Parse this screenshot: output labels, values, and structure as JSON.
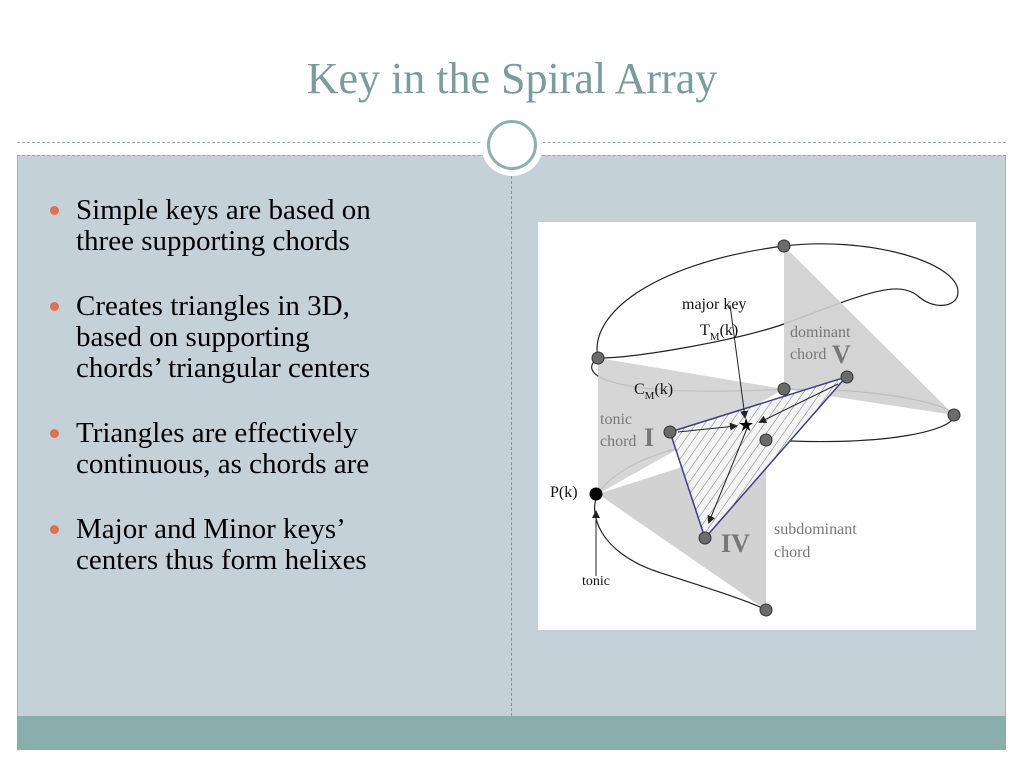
{
  "slide": {
    "title": "Key in the Spiral Array",
    "bullets": [
      {
        "line1": "Simple keys are based on",
        "line2": "three supporting chords",
        "line3": ""
      },
      {
        "line1": "Creates triangles in 3D,",
        "line2": "based on supporting",
        "line3": "chords’ triangular centers"
      },
      {
        "line1": "Triangles are effectively",
        "line2": "continuous, as chords are",
        "line3": ""
      },
      {
        "line1": "Major and Minor keys’",
        "line2": "centers thus form helixes",
        "line3": ""
      }
    ]
  },
  "figure": {
    "major_key_label": "major key",
    "tm_main": "T",
    "tm_sub": "M",
    "tm_arg": "(k)",
    "cm_main": "C",
    "cm_sub": "M",
    "cm_arg": "(k)",
    "dominant_word": "dominant",
    "dominant_chord_word": "chord",
    "dominant_numeral": "V",
    "tonic_word": "tonic",
    "tonic_chord_word": "chord",
    "tonic_numeral": "I",
    "subdominant_word": "subdominant",
    "subdominant_chord_word": "chord",
    "subdominant_numeral": "IV",
    "pk_label": "P(k)",
    "tonic_arrow_label": "tonic",
    "star_glyph": "★"
  },
  "colors": {
    "title": "#7a9c9c",
    "bullet": "#e0704f",
    "background": "#c5d1d8",
    "footer": "#8aaeab",
    "triangle_fill": "#cfcfcf",
    "triangle_edge": "#3d3d8a",
    "node": "#6b6b6b"
  }
}
